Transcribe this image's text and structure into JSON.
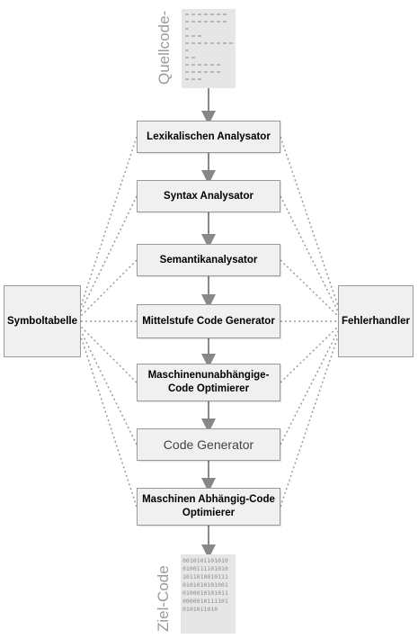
{
  "source_label": "Quellcode-",
  "target_label": "Ziel-Code",
  "source_placeholder_lines": [
    7,
    7,
    1,
    3,
    8,
    1,
    2,
    6,
    6,
    3
  ],
  "binary_lines": [
    "0010101101010",
    "0100111101010",
    "1011010010111",
    "0101010101001",
    "0100010101011",
    "0000010111101",
    "0101011010"
  ],
  "stages": [
    "Lexikalischen Analysator",
    "Syntax Analysator",
    "Semantikanalysator",
    "Mittelstufe Code Generator",
    "Maschinenunabhängige-\nCode Optimierer",
    "Code Generator",
    "Maschinen Abhängig-Code\nOptimierer"
  ],
  "left_box": "Symboltabelle",
  "right_box": "Fehlerhandler",
  "colors": {
    "box_fill": "#f0f0f0",
    "border": "#9a9a9a",
    "arrow": "#888888",
    "dotted": "#9a9a9a",
    "doc_fill": "#e6e6e6"
  }
}
